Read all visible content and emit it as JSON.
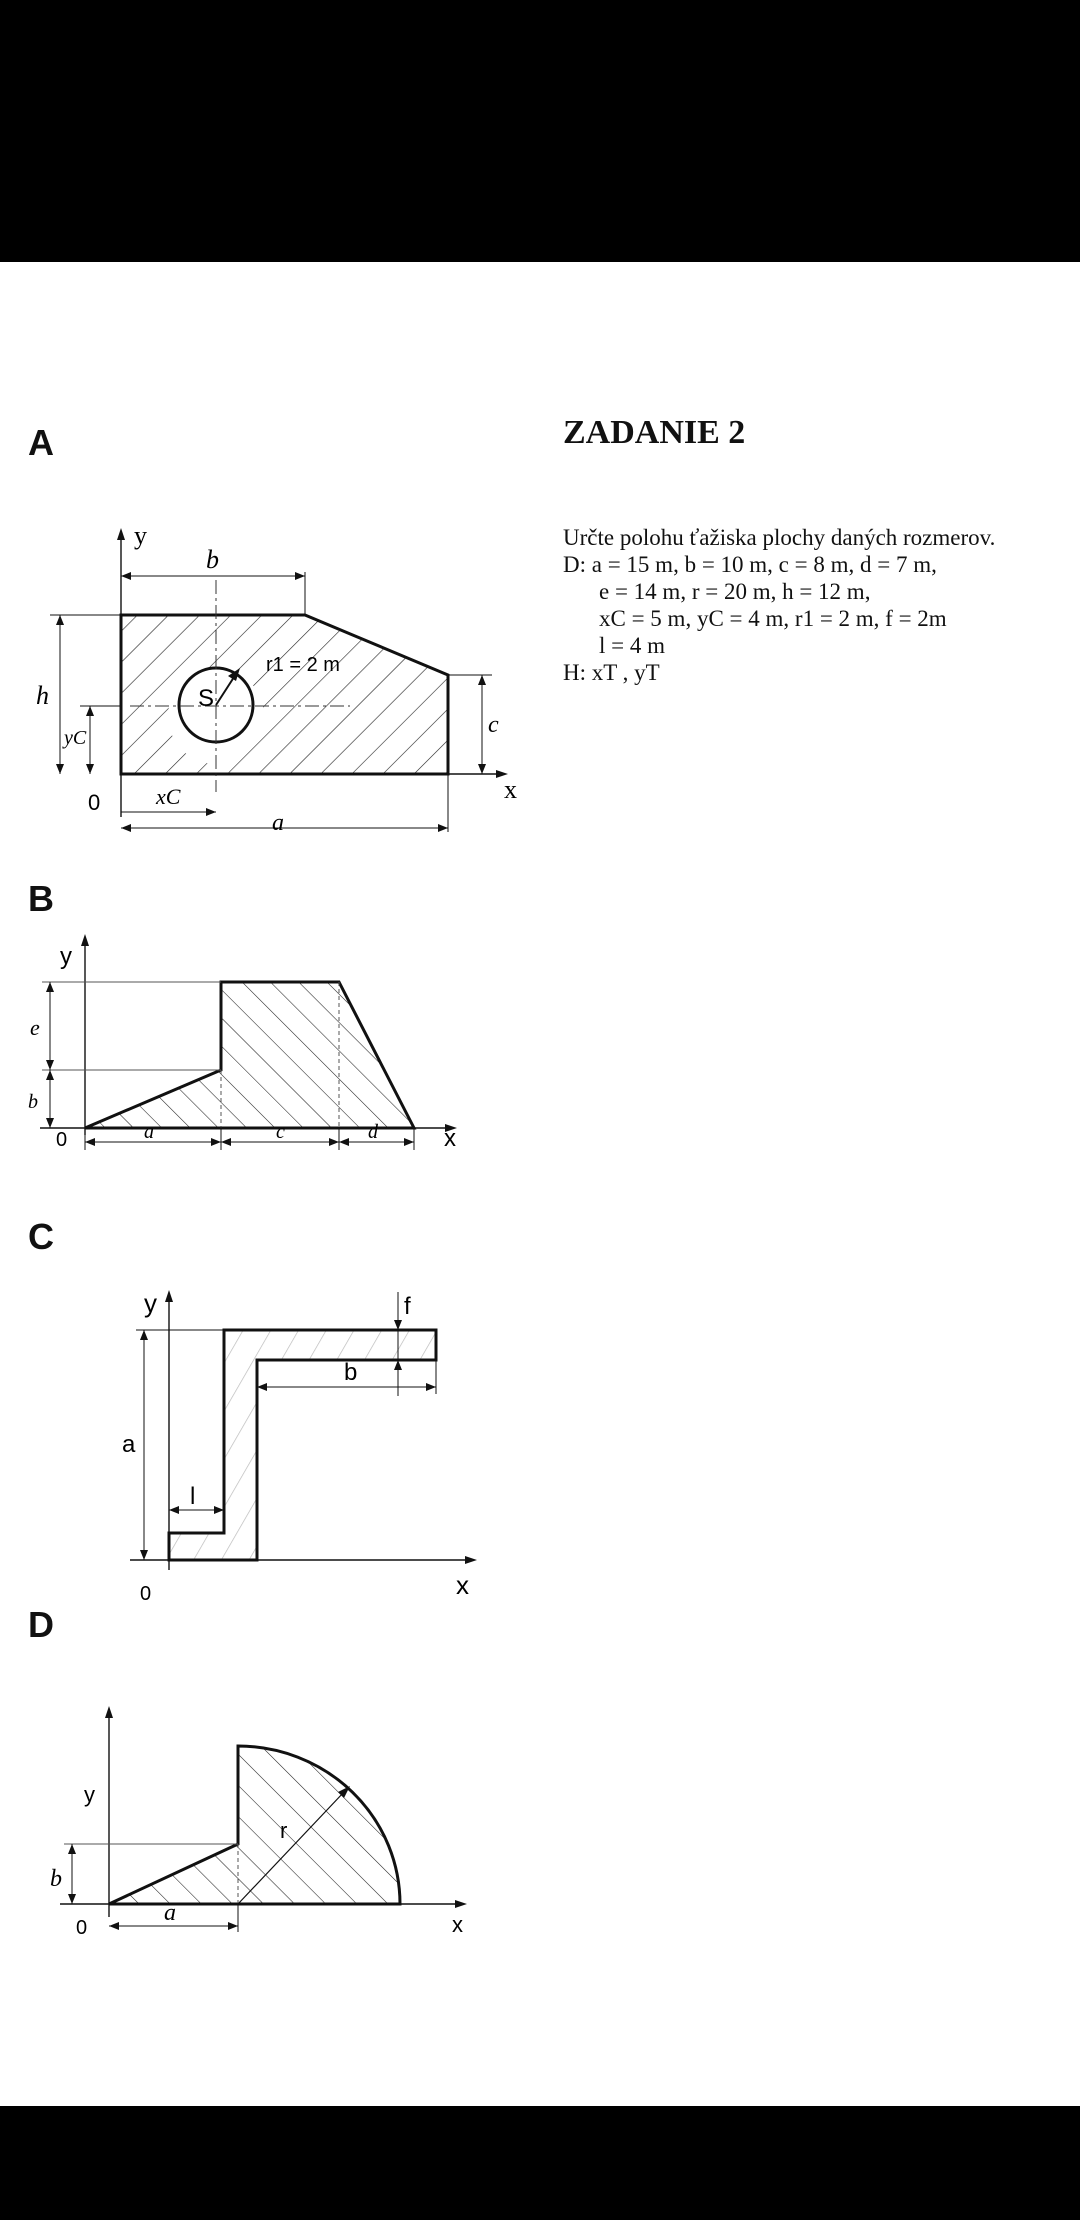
{
  "document": {
    "title": "ZADANIE 2",
    "task": {
      "prompt": "Určte polohu ťažiska plochy daných rozmerov.",
      "given_prefix": "D:",
      "given_lines": [
        "a = 15 m,   b = 10 m,  c = 8 m,  d = 7 m,",
        "e = 14 m,   r = 20 m,   h = 12 m,",
        "xC = 5 m,   yC = 4 m,    r1 = 2 m,  f = 2m",
        "l = 4 m"
      ],
      "find": "H: xT , yT"
    }
  },
  "figures": {
    "A": {
      "letter": "A",
      "labels": {
        "y": "y",
        "x": "x",
        "origin": "0",
        "b": "b",
        "h": "h",
        "c": "c",
        "a": "a",
        "yc": "yC",
        "xc": "xC",
        "s": "S",
        "r1": "r1 = 2 m"
      }
    },
    "B": {
      "letter": "B",
      "labels": {
        "y": "y",
        "x": "x",
        "origin": "0",
        "e": "e",
        "b": "b",
        "a": "a",
        "c": "c",
        "d": "d"
      }
    },
    "C": {
      "letter": "C",
      "labels": {
        "y": "y",
        "x": "x",
        "origin": "0",
        "f": "f",
        "b": "b",
        "a": "a",
        "l": "l"
      }
    },
    "D": {
      "letter": "D",
      "labels": {
        "y": "y",
        "x": "x",
        "origin": "0",
        "b": "b",
        "a": "a",
        "r": "r"
      }
    }
  }
}
